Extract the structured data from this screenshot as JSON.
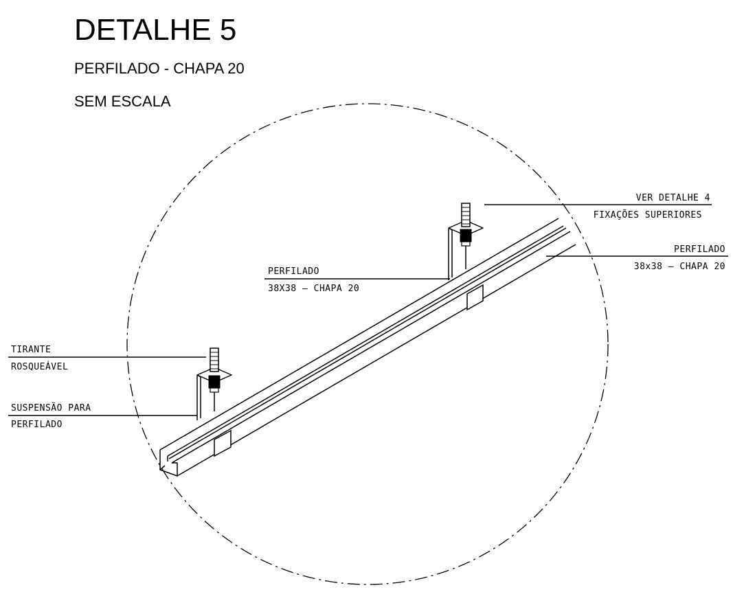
{
  "header": {
    "title": "DETALHE 5",
    "subtitle": "PERFILADO - CHAPA 20",
    "scale": "SEM ESCALA"
  },
  "labels": {
    "ver_detalhe": "VER DETALHE 4",
    "fixacoes": "FIXAÇÕES SUPERIORES",
    "perfilado_right_1": "PERFILADO",
    "perfilado_right_2": "38x38  –  CHAPA 20",
    "perfilado_mid_1": "PERFILADO",
    "perfilado_mid_2": "38X38  –  CHAPA 20",
    "tirante_1": "TIRANTE",
    "tirante_2": "ROSQUEÁVEL",
    "suspensao_1": "SUSPENSÃO PARA",
    "suspensao_2": "PERFILADO"
  }
}
